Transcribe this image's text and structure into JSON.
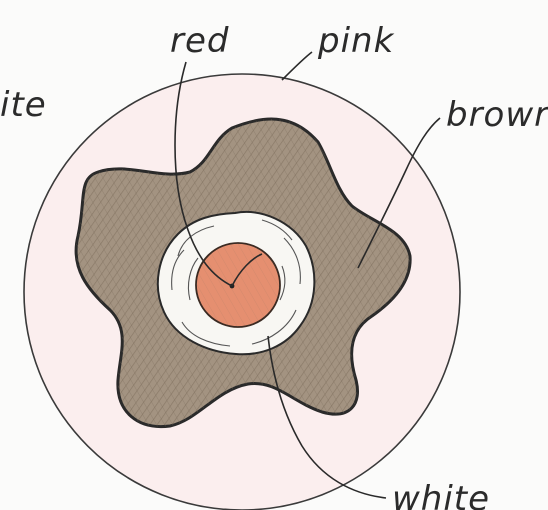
{
  "labels": {
    "red": "red",
    "pink": "pink",
    "brown": "browr",
    "white_left": "ite",
    "white_bottom": "white"
  },
  "colors": {
    "outer_disc": "#fbeeee",
    "brown_fill": "#9b8b78",
    "white_ring": "#f7f6f2",
    "red_center": "#e58f70",
    "ink": "#2a2a2a"
  }
}
